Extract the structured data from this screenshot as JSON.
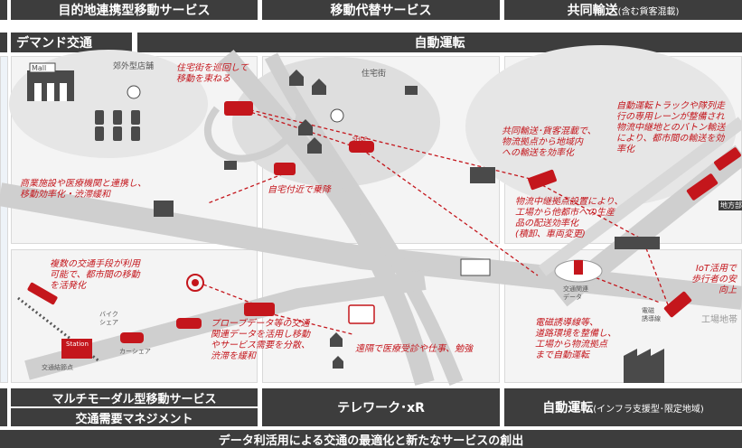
{
  "header": {
    "col1": "目的地連携型移動サービス",
    "col2": "移動代替サービス",
    "col3_main": "共同輸送",
    "col3_small": "(含む貨客混載)",
    "demand": "デマンド交通",
    "autonomous": "自動運転"
  },
  "footer": {
    "multimodal": "マルチモーダル型移動サービス",
    "tdm": "交通需要マネジメント",
    "telework": "テレワーク･xR",
    "autodrive_main": "自動運転",
    "autodrive_small": "(インフラ支援型･限定地域)",
    "bottom": "データ利活用による交通の最適化と新たなサービスの創出"
  },
  "labels": {
    "mall": "Mall",
    "suburban_store": "郊外型店舗",
    "residential": "住宅街",
    "shop": "SHOP",
    "station": "Station",
    "transport_node": "交通結節点",
    "bike_share": "バイク\nシェア",
    "car_share": "カーシェア",
    "traffic_data": "交通関連\nデータ",
    "sensor": "電磁\n誘導線",
    "factory": "工場地帯",
    "highway": "地方部"
  },
  "annotations": {
    "a1": "住宅街を巡回して\n移動を束ねる",
    "a2": "商業施設や医療機関と連携し、\n移動効率化・渋滞緩和",
    "a3": "自宅付近で乗降",
    "a4": "共同輸送･貨客混載で、\n物流拠点から地域内\nへの輸送を効率化",
    "a5": "自動運転トラックや隊列走\n行の専用レーンが整備され\n物流中継地とのバトン輸送\nにより、都市間の輸送を効\n率化",
    "a6": "物流中継拠点設置により、\n工場から他都市への生産\n品の配送効率化\n(積卸、車両変更)",
    "a7": "複数の交通手段が利用\n可能で、都市間の移動\nを活発化",
    "a8": "プローブデータ等の交通\n関連データを活用し移動\nやサービス需要を分散、\n渋滞を緩和",
    "a9": "遠隔で医療受診や仕事、勉強",
    "a10": "電磁誘導線等、\n道路環境を整備し、\n工場から物流拠点\nまで自動運転",
    "a11": "IoT活用で\n歩行者の安\n向上"
  },
  "colors": {
    "header": "#3d3d3d",
    "accent": "#c4161c",
    "road": "#cfcfcf",
    "panel": "#f4f4f4"
  }
}
